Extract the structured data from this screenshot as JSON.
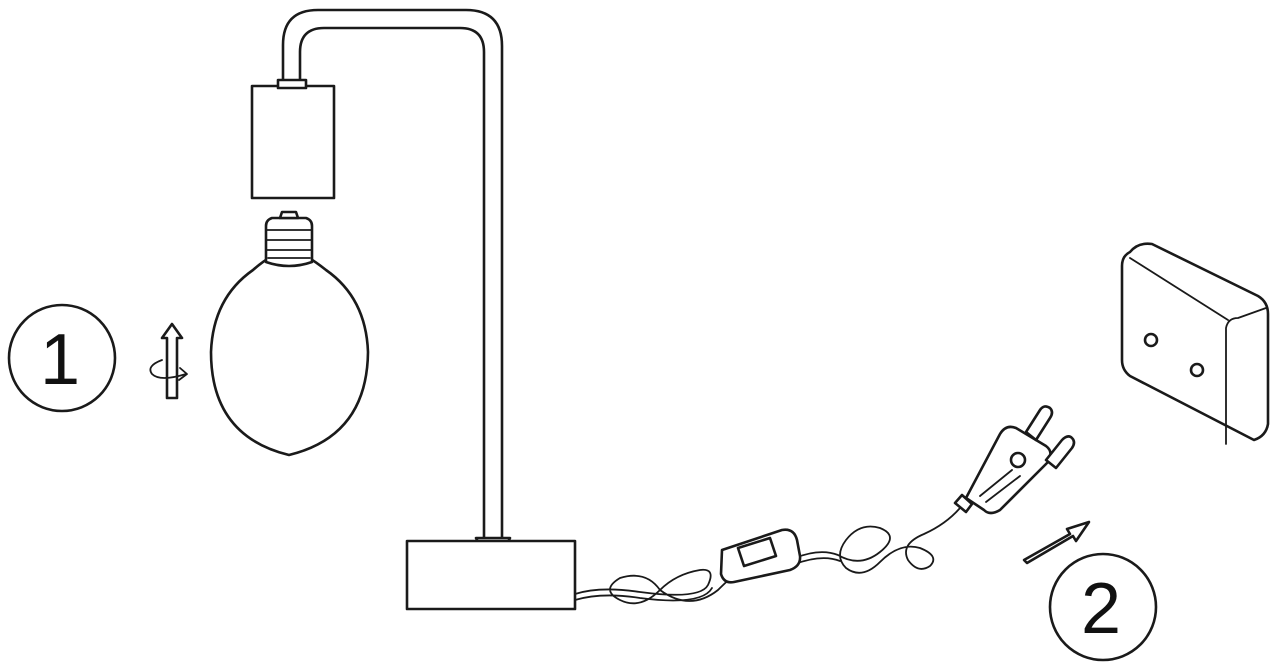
{
  "steps": [
    {
      "number": "1"
    },
    {
      "number": "2"
    }
  ],
  "colors": {
    "line": "#1a1a1a",
    "background": "#ffffff"
  },
  "icons": [
    "lamp-arm",
    "lamp-socket",
    "light-bulb",
    "screw-in-rotation-icon",
    "lamp-base",
    "power-cord",
    "inline-switch",
    "euro-plug",
    "wall-socket",
    "insert-arrow-icon"
  ]
}
